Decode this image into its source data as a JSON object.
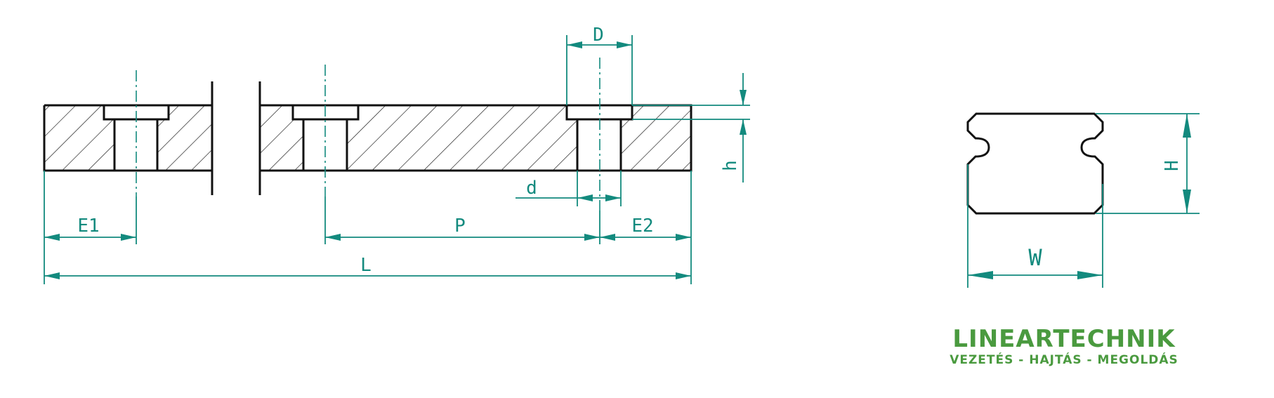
{
  "labels": {
    "D": "D",
    "h": "h",
    "d": "d",
    "E1": "E1",
    "P": "P",
    "E2": "E2",
    "L": "L",
    "H": "H",
    "W": "W"
  },
  "logo": {
    "name": "LINEARTECHNIK",
    "tagline": "VEZETÉS - HAJTÁS - MEGOLDÁS"
  },
  "colors": {
    "dimension": "#138a7e",
    "outline": "#111111",
    "logo": "#4a9a3f"
  }
}
